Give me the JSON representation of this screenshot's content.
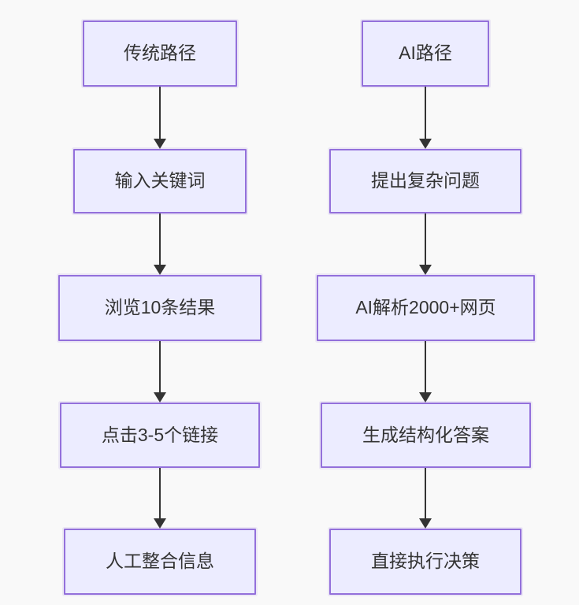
{
  "diagram": {
    "type": "flowchart",
    "colors": {
      "background": "#f9f9f9",
      "node_fill": "#ECECFF",
      "node_border": "#9370DB",
      "arrow": "#333333",
      "text": "#333333"
    },
    "columns": [
      {
        "name": "traditional-path",
        "nodes": [
          {
            "label": "传统路径"
          },
          {
            "label": "输入关键词"
          },
          {
            "label": "浏览10条结果"
          },
          {
            "label": "点击3-5个链接"
          },
          {
            "label": "人工整合信息"
          }
        ]
      },
      {
        "name": "ai-path",
        "nodes": [
          {
            "label": "AI路径"
          },
          {
            "label": "提出复杂问题"
          },
          {
            "label": "AI解析2000+网页"
          },
          {
            "label": "生成结构化答案"
          },
          {
            "label": "直接执行决策"
          }
        ]
      }
    ],
    "edges": [
      {
        "from": "传统路径",
        "to": "输入关键词"
      },
      {
        "from": "输入关键词",
        "to": "浏览10条结果"
      },
      {
        "from": "浏览10条结果",
        "to": "点击3-5个链接"
      },
      {
        "from": "点击3-5个链接",
        "to": "人工整合信息"
      },
      {
        "from": "AI路径",
        "to": "提出复杂问题"
      },
      {
        "from": "提出复杂问题",
        "to": "AI解析2000+网页"
      },
      {
        "from": "AI解析2000+网页",
        "to": "生成结构化答案"
      },
      {
        "from": "生成结构化答案",
        "to": "直接执行决策"
      }
    ]
  }
}
